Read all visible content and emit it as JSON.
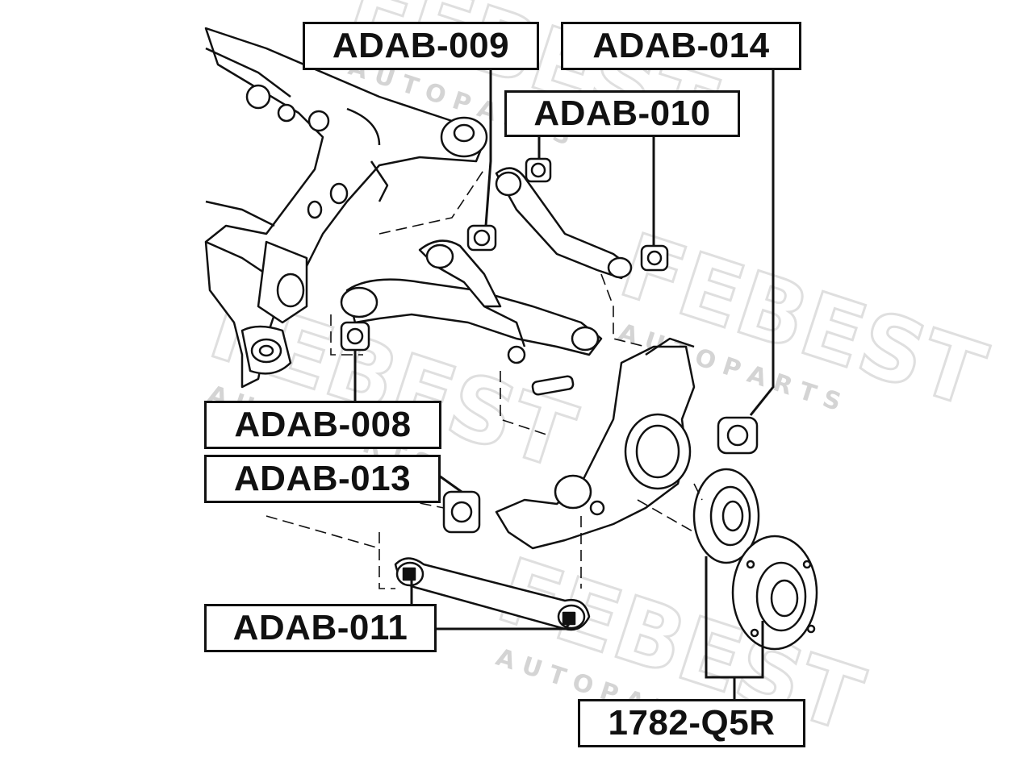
{
  "watermark": {
    "brand": "FEBEST",
    "tagline": "A U T O   P A R T S"
  },
  "labels": {
    "adab_009": "ADAB-009",
    "adab_014": "ADAB-014",
    "adab_010": "ADAB-010",
    "adab_008": "ADAB-008",
    "adab_013": "ADAB-013",
    "adab_011": "ADAB-011",
    "hub_1782_q5r": "1782-Q5R"
  },
  "colors": {
    "line": "#111111",
    "watermark": "#d9d9d9",
    "background": "#ffffff"
  }
}
